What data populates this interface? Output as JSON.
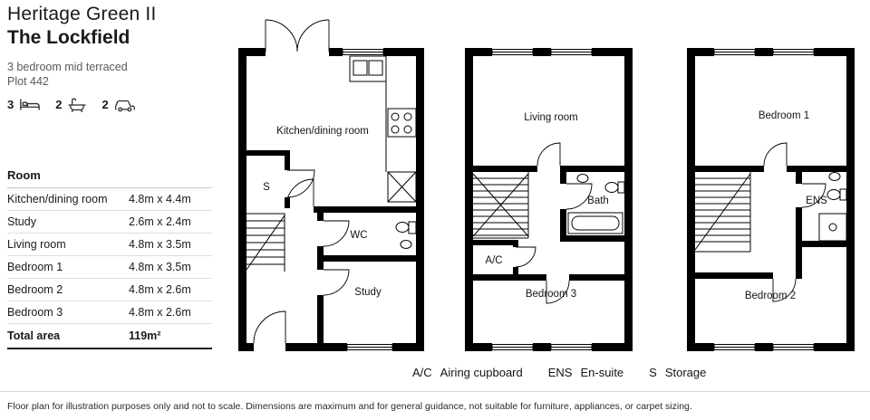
{
  "header": {
    "development": "Heritage Green II",
    "house": "The Lockfield",
    "type": "3 bedroom mid terraced",
    "plot": "Plot 442",
    "stats": {
      "beds": "3",
      "baths": "2",
      "cars": "2"
    }
  },
  "room_table": {
    "title": "Room",
    "rows": [
      {
        "name": "Kitchen/dining room",
        "size": "4.8m x 4.4m"
      },
      {
        "name": "Study",
        "size": "2.6m x 2.4m"
      },
      {
        "name": "Living room",
        "size": "4.8m x 3.5m"
      },
      {
        "name": "Bedroom 1",
        "size": "4.8m x 3.5m"
      },
      {
        "name": "Bedroom 2",
        "size": "4.8m x 2.6m"
      },
      {
        "name": "Bedroom 3",
        "size": "4.8m x 2.6m"
      }
    ],
    "total_label": "Total area",
    "total_value": "119m²"
  },
  "plans": {
    "ground": {
      "kitchen": "Kitchen/dining room",
      "storage": "S",
      "wc": "WC",
      "study": "Study"
    },
    "first": {
      "living": "Living room",
      "bath": "Bath",
      "airing": "A/C",
      "bedroom3": "Bedroom 3"
    },
    "second": {
      "bedroom1": "Bedroom 1",
      "ensuite": "ENS",
      "bedroom2": "Bedroom 2"
    }
  },
  "legend": {
    "items": [
      {
        "key": "A/C",
        "label": "Airing cupboard"
      },
      {
        "key": "ENS",
        "label": "En-suite"
      },
      {
        "key": "S",
        "label": "Storage"
      }
    ]
  },
  "footer": {
    "disclaimer": "Floor plan for illustration purposes only and not to scale. Dimensions are maximum and for general guidance, not suitable for furniture, appliances, or carpet sizing."
  },
  "colors": {
    "text": "#1a1a1a",
    "muted": "#5a5a5a",
    "wall": "#000000",
    "divider": "#d9d9d9"
  }
}
